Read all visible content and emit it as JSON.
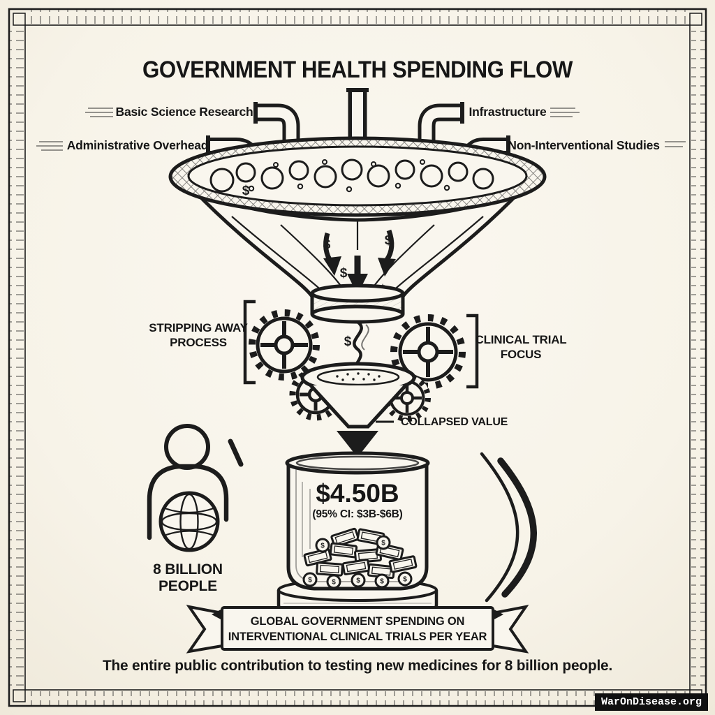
{
  "page": {
    "title": "GOVERNMENT HEALTH SPENDING FLOW",
    "caption": "The entire public contribution to testing new medicines for 8 billion people.",
    "watermark": "WarOnDisease.org"
  },
  "colors": {
    "ink": "#1c1c1c",
    "paper": "#f9f6ee"
  },
  "funnel": {
    "inputs": {
      "basic_science": "Basic Science Research",
      "infrastructure": "Infrastructure",
      "admin_overhead": "Administrative Overhead",
      "non_interventional": "Non-Interventional Studies"
    },
    "stripping_label": "STRIPPING AWAY\nPROCESS",
    "clinical_label": "CLINICAL TRIAL\nFOCUS",
    "collapsed_label": "COLLAPSED VALUE"
  },
  "beaker": {
    "amount": "$4.50B",
    "confidence": "(95% CI: $3B-$6B)",
    "banner_line1": "GLOBAL GOVERNMENT SPENDING ON",
    "banner_line2": "INTERVENTIONAL CLINICAL TRIALS PER YEAR"
  },
  "population": {
    "label": "8 BILLION\nPEOPLE"
  },
  "decor": {
    "dollar": "$"
  }
}
